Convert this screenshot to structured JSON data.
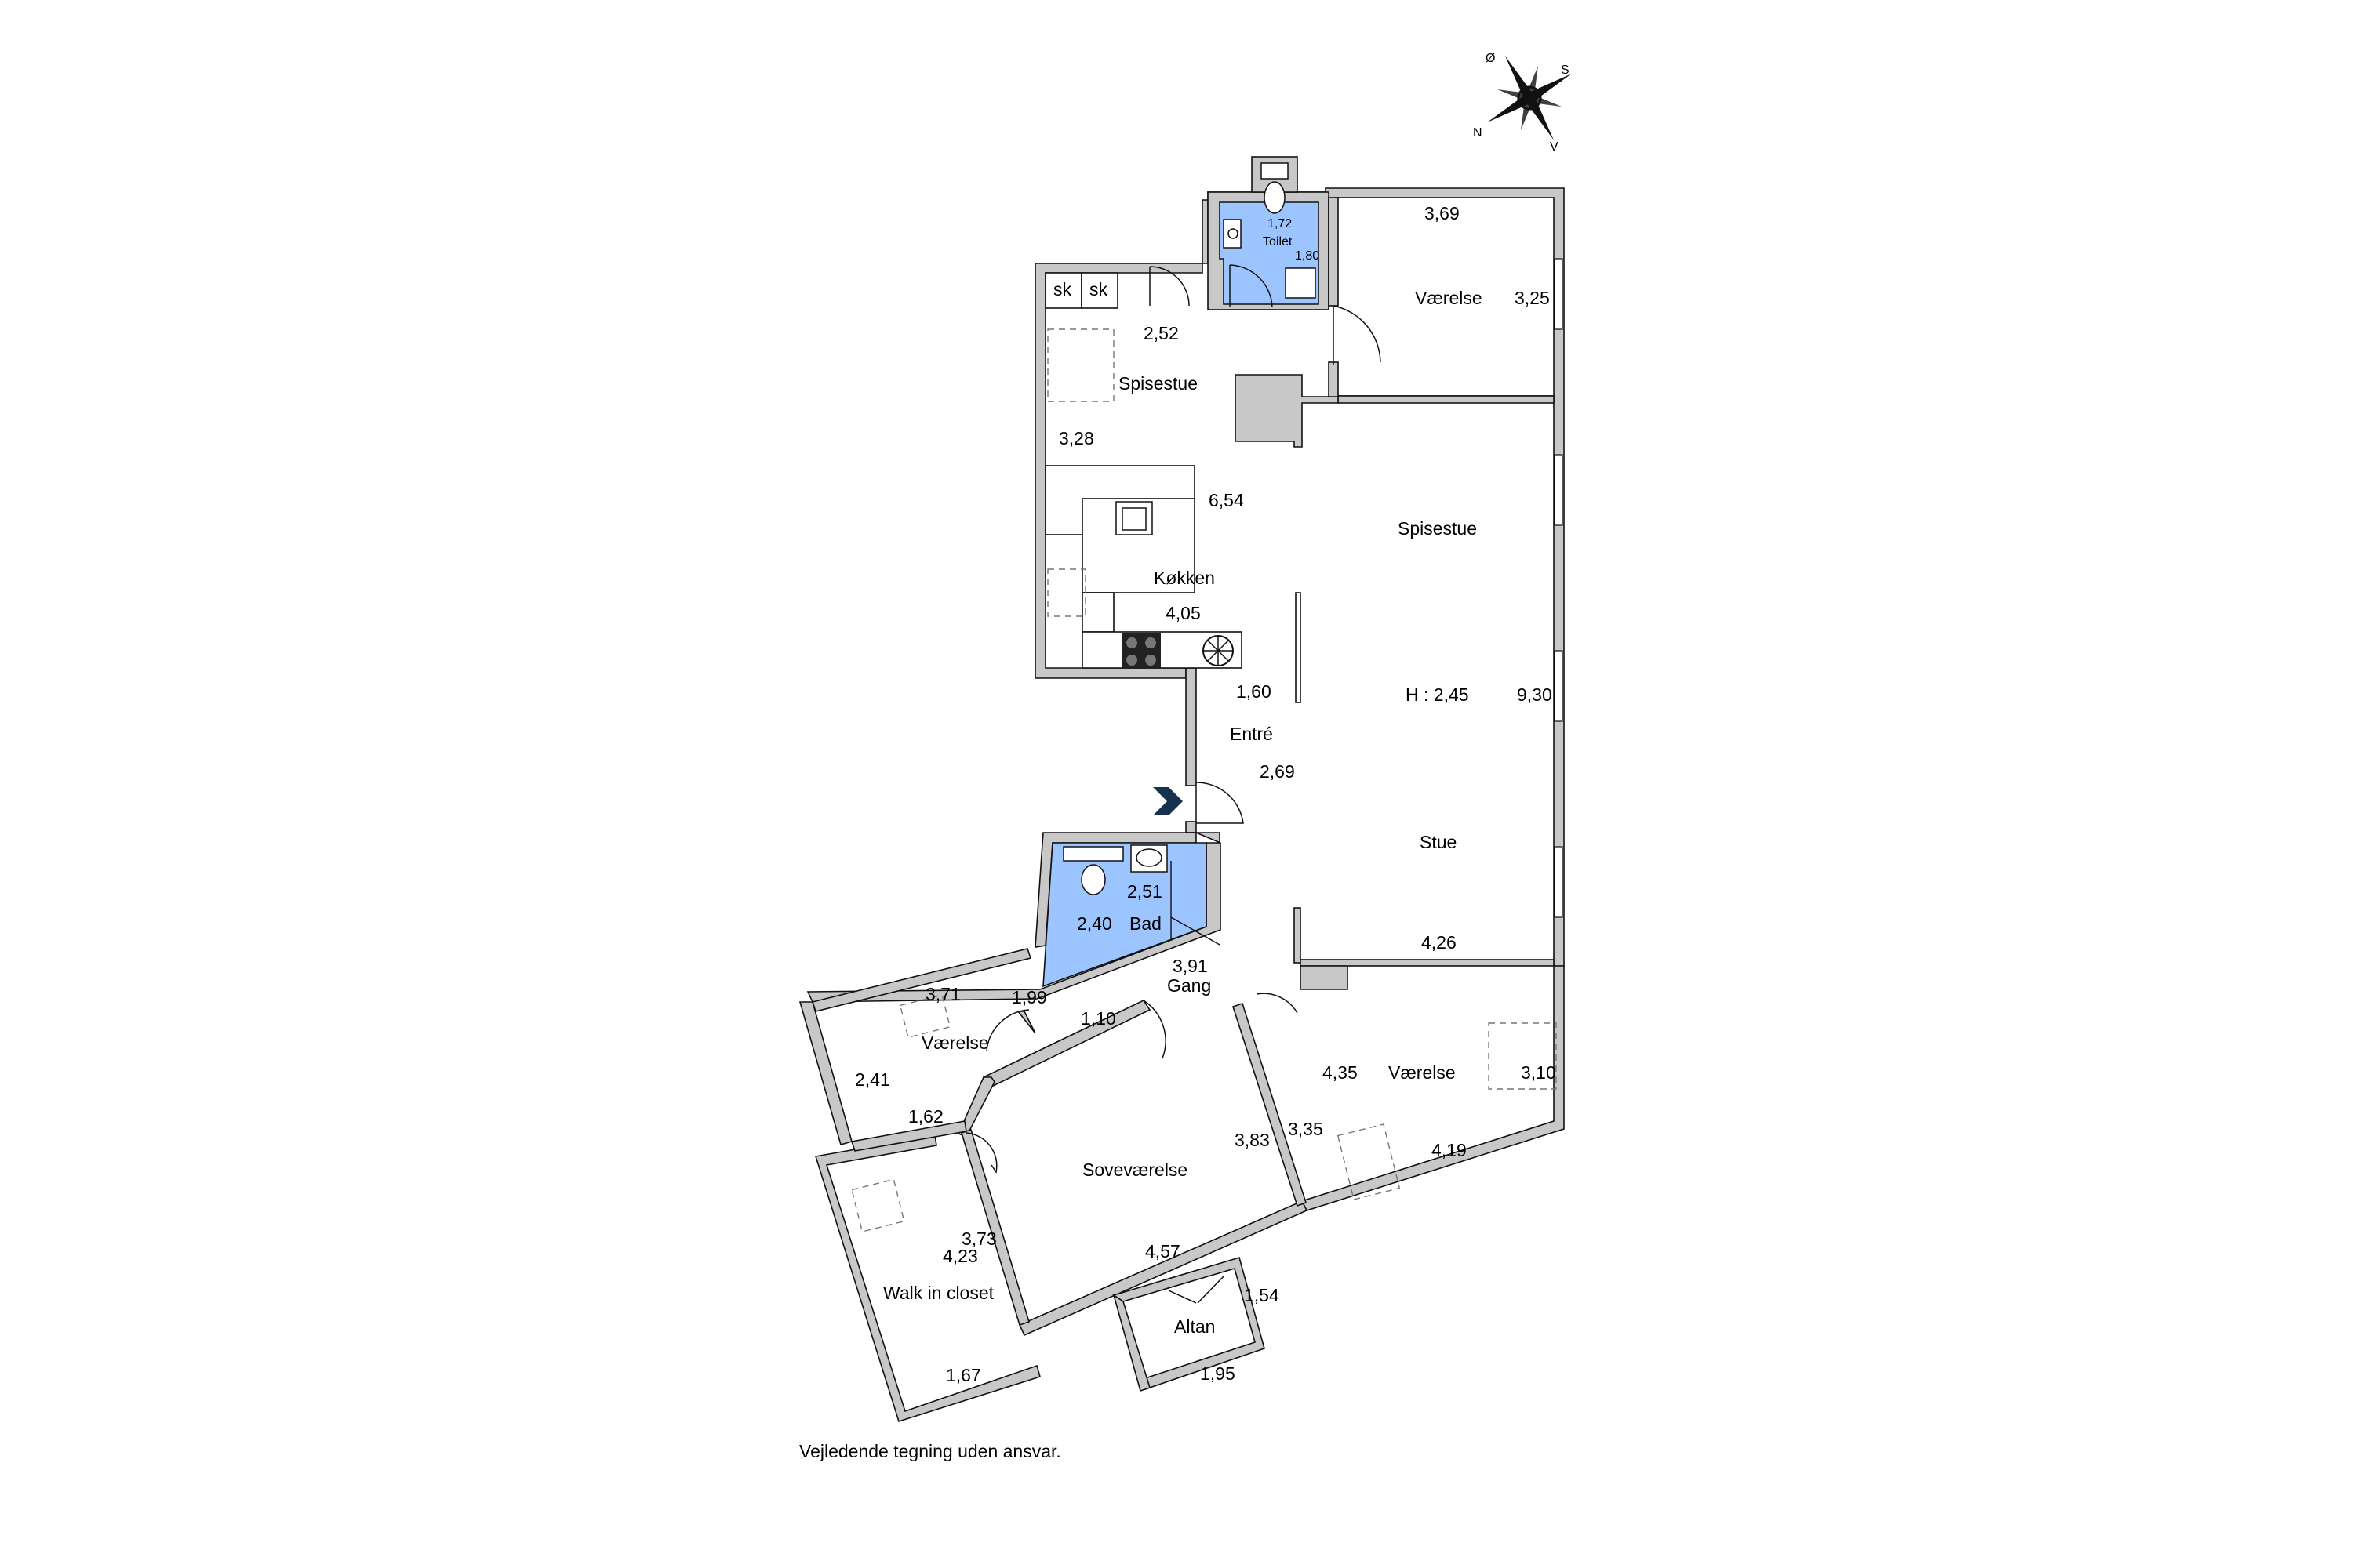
{
  "compass": {
    "labels": [
      "Ø",
      "S",
      "N",
      "V"
    ]
  },
  "rooms": {
    "toilet": {
      "name": "Toilet",
      "dims": [
        "1,72",
        "1,80"
      ]
    },
    "vaerelse_ne": {
      "name": "Værelse",
      "dims": [
        "3,69",
        "3,25"
      ]
    },
    "spisestue_top": {
      "name": "Spisestue",
      "dims": [
        "2,52",
        "3,28",
        "6,54"
      ],
      "cabinets": [
        "sk",
        "sk"
      ]
    },
    "koekken": {
      "name": "Køkken",
      "dims": [
        "4,05"
      ]
    },
    "spisestue_big": {
      "name": "Spisestue"
    },
    "stue": {
      "name": "Stue",
      "dims": [
        "9,30",
        "4,26"
      ],
      "height": "H : 2,45"
    },
    "entre": {
      "name": "Entré",
      "dims": [
        "1,60",
        "2,69"
      ]
    },
    "bad": {
      "name": "Bad",
      "dims": [
        "2,51",
        "2,40"
      ]
    },
    "gang": {
      "name": "Gang",
      "dims": [
        "3,91",
        "1,10"
      ]
    },
    "vaerelse_w": {
      "name": "Værelse",
      "dims": [
        "3,71",
        "1,99",
        "2,41",
        "1,62"
      ]
    },
    "vaerelse_se": {
      "name": "Værelse",
      "dims": [
        "4,35",
        "3,10",
        "3,35",
        "4,19"
      ]
    },
    "sovevaerelse": {
      "name": "Soveværelse",
      "dims": [
        "3,83",
        "3,73",
        "4,57"
      ]
    },
    "walk_in": {
      "name": "Walk in closet",
      "dims": [
        "4,23",
        "1,67"
      ]
    },
    "altan": {
      "name": "Altan",
      "dims": [
        "1,54",
        "1,95"
      ]
    }
  },
  "disclaimer": "Vejledende tegning uden ansvar.",
  "colors": {
    "wall": "#c8c8c8",
    "wet_room": "#9cc4ff",
    "entry_marker": "#17324d",
    "line": "#111111"
  }
}
